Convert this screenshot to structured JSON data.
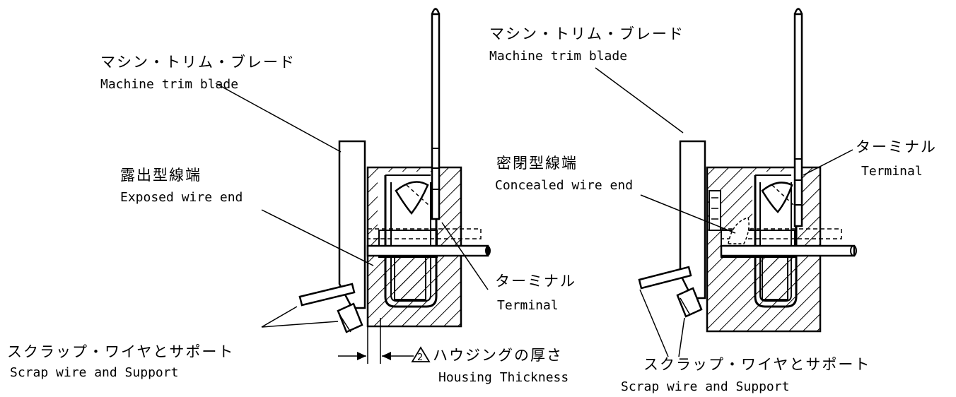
{
  "left_figure": {
    "blade_label_jp": "マシン・トリム・ブレード",
    "blade_label_en": "Machine trim blade",
    "wire_end_label_jp": "露出型線端",
    "wire_end_label_en": "Exposed wire end",
    "terminal_label_jp": "ターミナル",
    "terminal_label_en": "Terminal",
    "scrap_label_jp": "スクラップ・ワイヤとサポート",
    "scrap_label_en": "Scrap wire and Support",
    "housing_marker": "2",
    "housing_label_jp": "ハウジングの厚さ",
    "housing_label_en": "Housing Thickness"
  },
  "right_figure": {
    "blade_label_jp": "マシン・トリム・ブレード",
    "blade_label_en": "Machine trim blade",
    "wire_end_label_jp": "密閉型線端",
    "wire_end_label_en": "Concealed wire end",
    "terminal_label_jp": "ターミナル",
    "terminal_label_en": "Terminal",
    "scrap_label_jp": "スクラップ・ワイヤとサポート",
    "scrap_label_en": "Scrap wire and Support"
  }
}
